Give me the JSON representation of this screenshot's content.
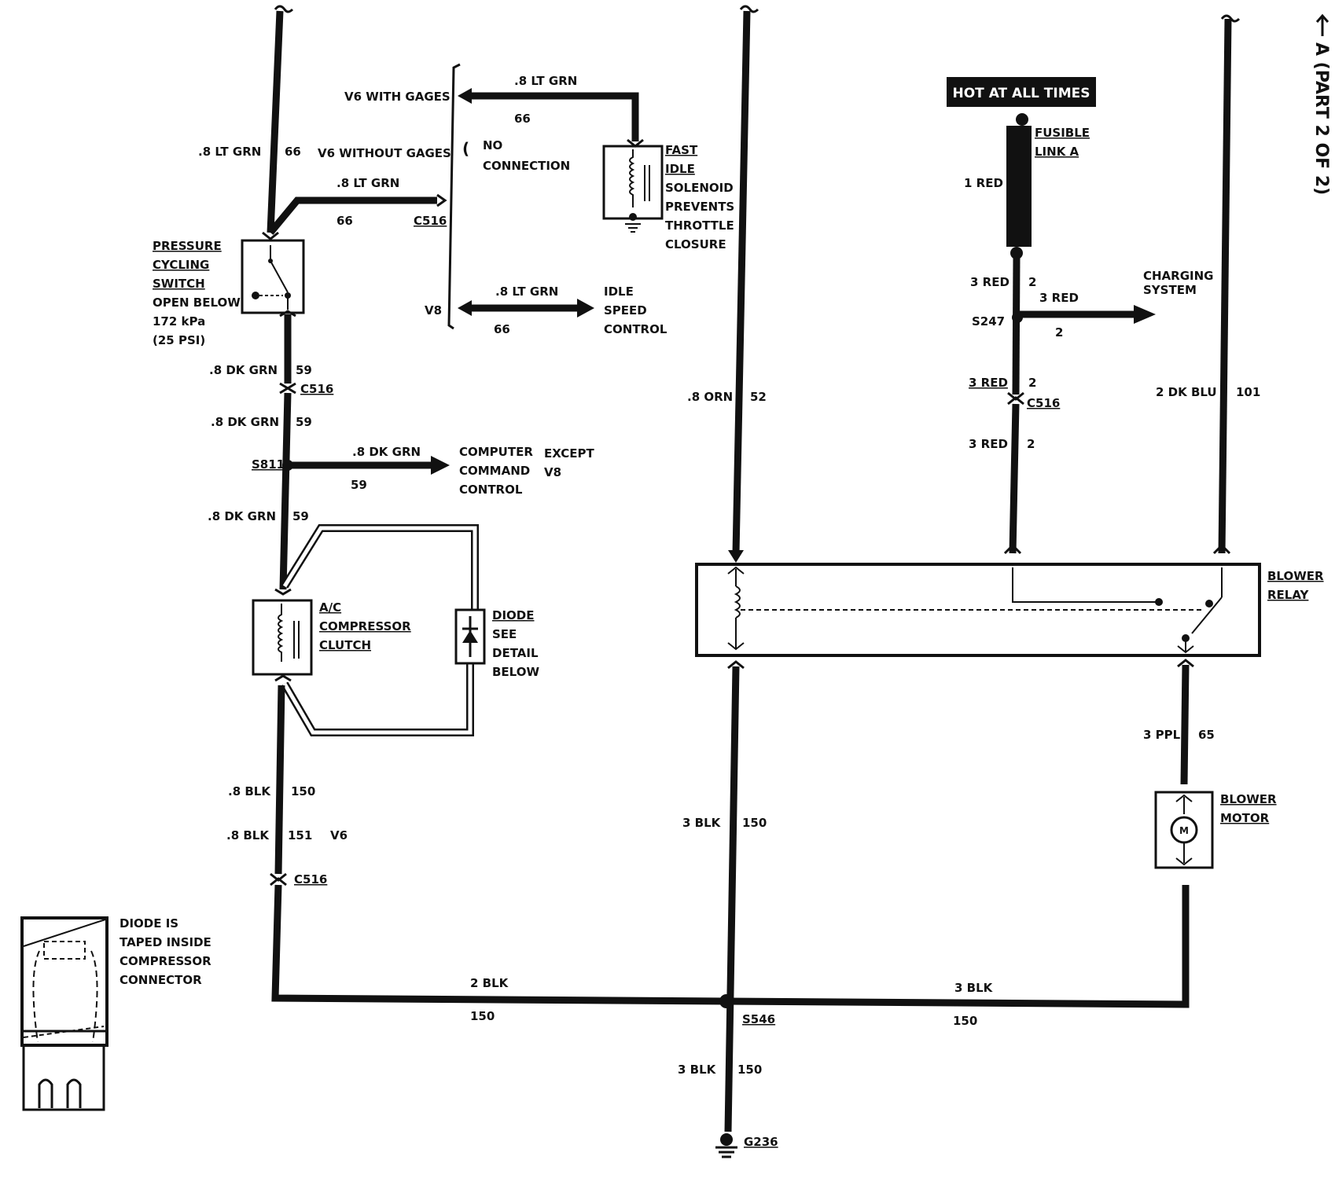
{
  "page_ref": "A (PART 2 OF 2)",
  "hot_at_all_times": "HOT AT ALL TIMES",
  "fusible_link": {
    "line1": "FUSIBLE",
    "line2": "LINK A"
  },
  "wires": {
    "lt_grn": ".8 LT GRN",
    "dk_grn": ".8 DK GRN",
    "blk_08": ".8 BLK",
    "orn": ".8 ORN",
    "blk_3": "3 BLK",
    "blk_2": "2 BLK",
    "red_1": "1 RED",
    "red_3": "3 RED",
    "dk_blu": "2 DK BLU",
    "ppl": "3 PPL"
  },
  "circuits": {
    "c66": "66",
    "c59": "59",
    "c150": "150",
    "c151": "151",
    "c52": "52",
    "c2": "2",
    "c101": "101",
    "c65": "65"
  },
  "connectors": {
    "c516": "C516",
    "s811": "S811",
    "s546": "S546",
    "s247": "S247",
    "g236": "G236"
  },
  "variants": {
    "v6_with_gages": "V6 WITH GAGES",
    "v6_without_gages": "V6 WITHOUT GAGES",
    "v8": "V8",
    "v6": "V6",
    "no_connection": [
      "NO",
      "CONNECTION"
    ]
  },
  "components": {
    "pressure_switch": [
      "PRESSURE",
      "CYCLING",
      "SWITCH",
      "OPEN BELOW",
      "172 kPa",
      "(25 PSI)"
    ],
    "fast_idle": [
      "FAST",
      "IDLE",
      "SOLENOID",
      "PREVENTS",
      "THROTTLE",
      "CLOSURE"
    ],
    "idle_speed": [
      "IDLE",
      "SPEED",
      "CONTROL"
    ],
    "computer_command": [
      "COMPUTER",
      "COMMAND",
      "CONTROL"
    ],
    "except_v8": [
      "EXCEPT",
      "V8"
    ],
    "compressor_clutch": [
      "A/C",
      "COMPRESSOR",
      "CLUTCH"
    ],
    "diode": [
      "DIODE",
      "SEE",
      "DETAIL",
      "BELOW"
    ],
    "blower_relay": [
      "BLOWER",
      "RELAY"
    ],
    "blower_motor": [
      "BLOWER",
      "MOTOR"
    ],
    "charging_system": [
      "CHARGING",
      "SYSTEM"
    ],
    "diode_detail": [
      "DIODE IS",
      "TAPED INSIDE",
      "COMPRESSOR",
      "CONNECTOR"
    ],
    "motor_symbol": "M"
  }
}
